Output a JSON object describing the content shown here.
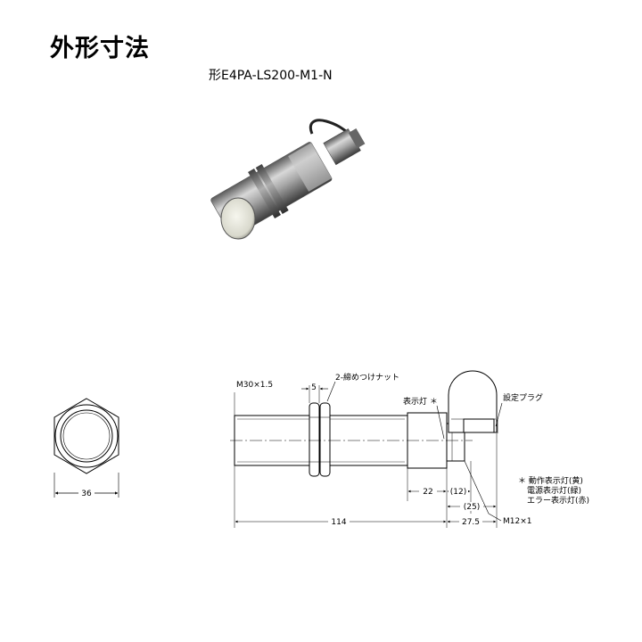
{
  "header": {
    "title": "外形寸法",
    "model": "形E4PA-LS200-M1-N"
  },
  "drawing": {
    "thread_label": "M30×1.5",
    "nut_width": "5",
    "nut_label": "2-締めつけナット",
    "indicator_label": "表示灯 ＊",
    "plug_label": "設定プラグ",
    "across_flats": "36",
    "dim_22": "22",
    "dim_12": "(12)",
    "dim_25": "(25)",
    "dim_114": "114",
    "dim_27_5": "27.5",
    "connector_thread": "M12×1",
    "note_line1": "＊ 動作表示灯(黄)",
    "note_line2": "電源表示灯(緑)",
    "note_line3": "エラー表示灯(赤)"
  }
}
